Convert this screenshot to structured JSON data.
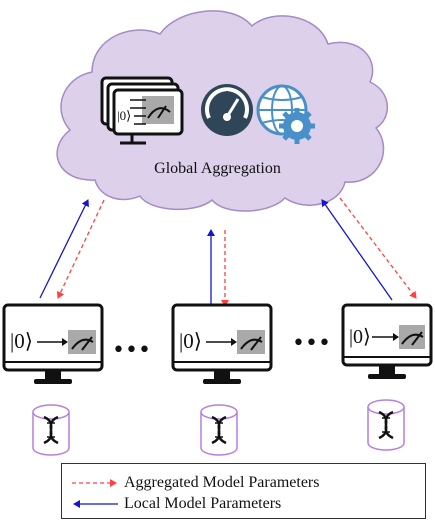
{
  "cloud": {
    "label": "Global Aggregation"
  },
  "server_stack": {
    "ket": "|0⟩"
  },
  "clients": [
    {
      "ket": "|0⟩"
    },
    {
      "ket": "|0⟩"
    },
    {
      "ket": "|0⟩"
    }
  ],
  "ellipsis": "•••",
  "legend": {
    "aggregated": "Aggregated Model Parameters",
    "local": "Local Model Parameters"
  },
  "colors": {
    "cloud_fill": "#ddd0ea",
    "cloud_stroke": "#a48cc4",
    "aggregated_arrow": "#ff4040",
    "local_arrow": "#1515d0",
    "dna_cylinder": "#b77fdc",
    "gauge_icon": "#2f4658",
    "globe_icon": "#4a90c8"
  },
  "icons": [
    "multi-monitor-icon",
    "gauge-icon",
    "globe-gear-icon",
    "computer-icon",
    "dna-database-icon"
  ]
}
